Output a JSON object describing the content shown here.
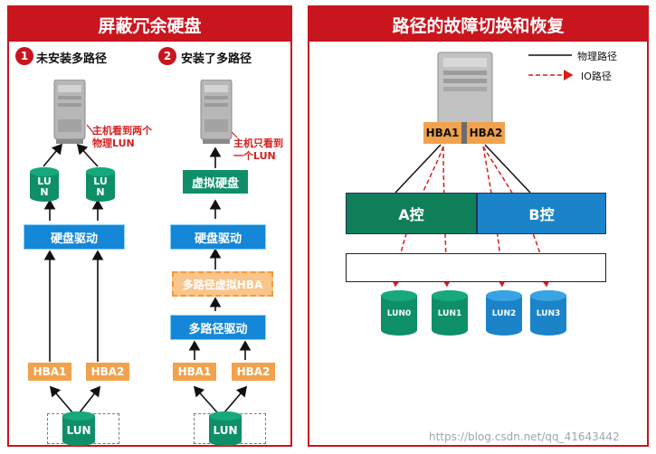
{
  "colors": {
    "brand_red": "#c9151e",
    "driver_blue": "#1487d8",
    "lun_green": "#0e8f68",
    "hba_orange": "#f2a24c",
    "controller_b_blue": "#1b84c9"
  },
  "left_panel": {
    "title": "屏蔽冗余硬盘",
    "section1": {
      "number": "1",
      "title": "未安装多路径",
      "note": "主机看到两个\n物理LUN",
      "lun_top_left": "LU\nN",
      "lun_top_right": "LU\nN",
      "disk_driver": "硬盘驱动",
      "hba1": "HBA1",
      "hba2": "HBA2",
      "lun_bottom": "LUN"
    },
    "section2": {
      "number": "2",
      "title": "安装了多路径",
      "note": "主机只看到\n一个LUN",
      "virtual_disk": "虚拟硬盘",
      "disk_driver": "硬盘驱动",
      "multipath_virtual_hba": "多路径虚拟HBA",
      "multipath_driver": "多路径驱动",
      "hba1": "HBA1",
      "hba2": "HBA2",
      "lun_bottom": "LUN"
    }
  },
  "right_panel": {
    "title": "路径的故障切换和恢复",
    "legend": {
      "physical": "物理路径",
      "io": "IO路径"
    },
    "hba1": "HBA1",
    "hba2": "HBA2",
    "controller_a": "A控",
    "controller_b": "B控",
    "luns": [
      "LUN0",
      "LUN1",
      "LUN2",
      "LUN3"
    ]
  },
  "watermark": "https://blog.csdn.net/qq_41643442"
}
